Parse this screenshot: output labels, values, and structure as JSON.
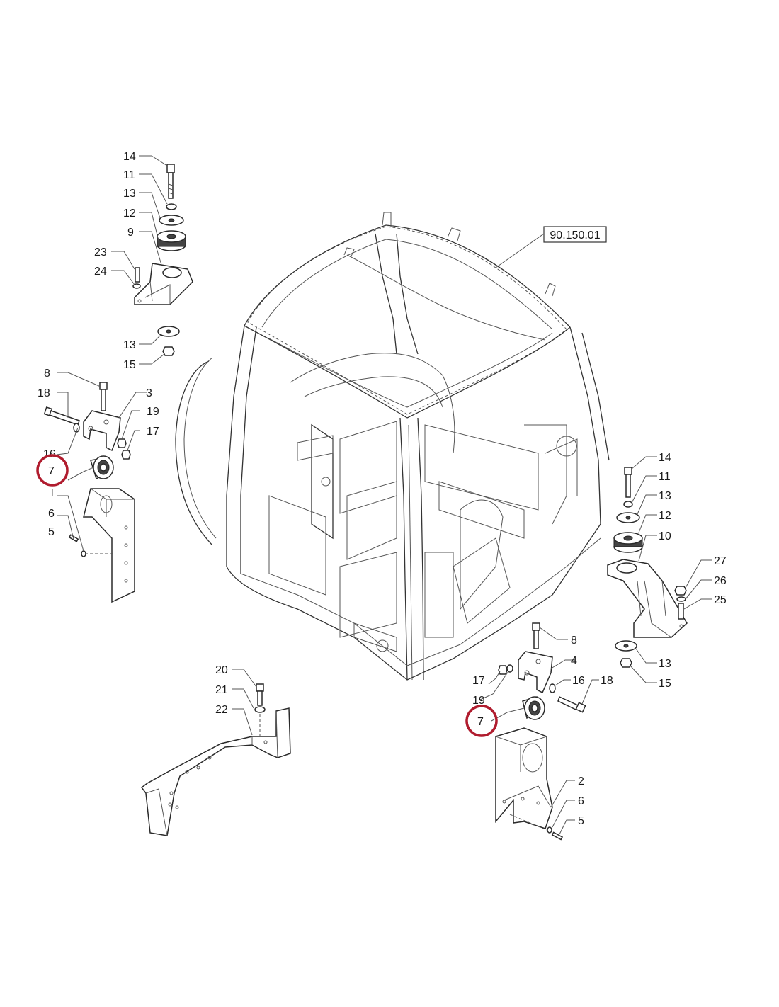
{
  "reference": "90.150.01",
  "highlight_color": "#b01c2e",
  "callouts": {
    "a14": "14",
    "a11": "11",
    "a13": "13",
    "a12": "12",
    "a9": "9",
    "a23": "23",
    "a24": "24",
    "a13b": "13",
    "a15": "15",
    "b8": "8",
    "b18": "18",
    "b3": "3",
    "b19": "19",
    "b17": "17",
    "b16": "16",
    "b7": "7",
    "b6": "6",
    "b5": "5",
    "c14": "14",
    "c11": "11",
    "c13": "13",
    "c12": "12",
    "c10": "10",
    "c27": "27",
    "c26": "26",
    "c25": "25",
    "c13b": "13",
    "c15": "15",
    "d8": "8",
    "d4": "4",
    "d17": "17",
    "d16": "16",
    "d18": "18",
    "d19": "19",
    "d7": "7",
    "d2": "2",
    "d6": "6",
    "d5": "5",
    "e20": "20",
    "e21": "21",
    "e22": "22"
  }
}
